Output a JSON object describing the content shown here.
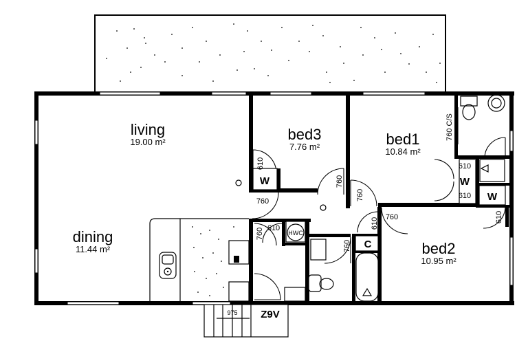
{
  "plan": {
    "rooms": [
      {
        "id": "living",
        "name": "living",
        "area": "19.00 m²"
      },
      {
        "id": "dining",
        "name": "dining",
        "area": "11.44 m²"
      },
      {
        "id": "bed3",
        "name": "bed3",
        "area": "7.76 m²"
      },
      {
        "id": "bed1",
        "name": "bed1",
        "area": "10.84 m²"
      },
      {
        "id": "bed2",
        "name": "bed2",
        "area": "10.95 m²"
      }
    ],
    "fixtures": {
      "wardrobe": "W",
      "cupboard": "C",
      "hot_water": "HWC",
      "entry_code": "Z9V"
    },
    "dimensions": {
      "bed3_robe_door": "610",
      "living_door": "760",
      "bed3_door": "760",
      "bed1_door": "760",
      "ensuite_door": "760 C/S",
      "bed1_robe_door_top": "610",
      "bed1_robe_door_bottom": "610",
      "linen_door": "610",
      "hall_door_bed1": "760",
      "cupboard_door": "610",
      "bed2_door": "760",
      "laundry_door": "760",
      "hwc_door": "610",
      "bathroom_door": "760",
      "step_width": "975"
    }
  }
}
